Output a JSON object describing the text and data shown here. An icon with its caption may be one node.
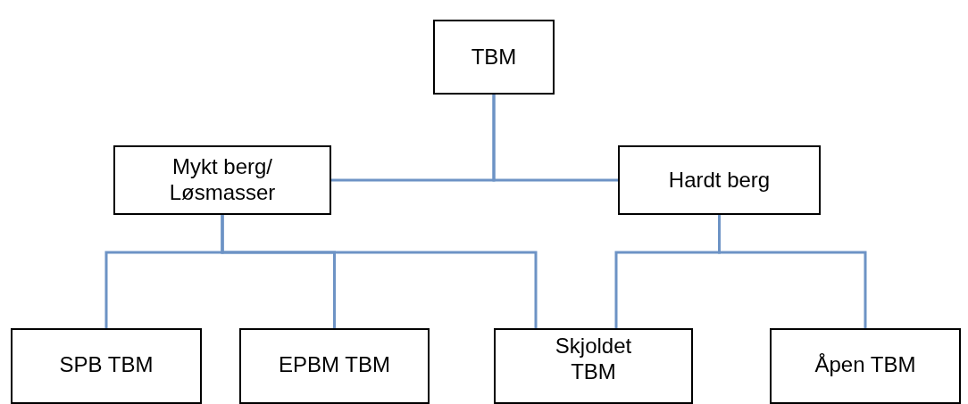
{
  "diagram": {
    "nodes": [
      {
        "text": [
          "TBM"
        ]
      },
      {
        "text": [
          "Mykt berg/ Løsmasser"
        ]
      },
      {
        "text": [
          "Hardt berg"
        ]
      },
      {
        "text": [
          "SPB TBM"
        ]
      },
      {
        "text": [
          "EPBM TBM"
        ]
      },
      {
        "text": [
          "Skjoldet TBM"
        ]
      },
      {
        "text": [
          "Åpen TBM"
        ]
      }
    ],
    "edges": [
      {
        "from": 0,
        "to": 1,
        "arrow": "none"
      },
      {
        "from": 0,
        "to": 2,
        "arrow": "none"
      },
      {
        "from": 1,
        "to": 3,
        "arrow": "none"
      },
      {
        "from": 1,
        "to": 4,
        "arrow": "none"
      },
      {
        "from": 1,
        "to": 5,
        "arrow": "none"
      },
      {
        "from": 2,
        "to": 5,
        "arrow": "none"
      },
      {
        "from": 2,
        "to": 6,
        "arrow": "none"
      }
    ]
  }
}
